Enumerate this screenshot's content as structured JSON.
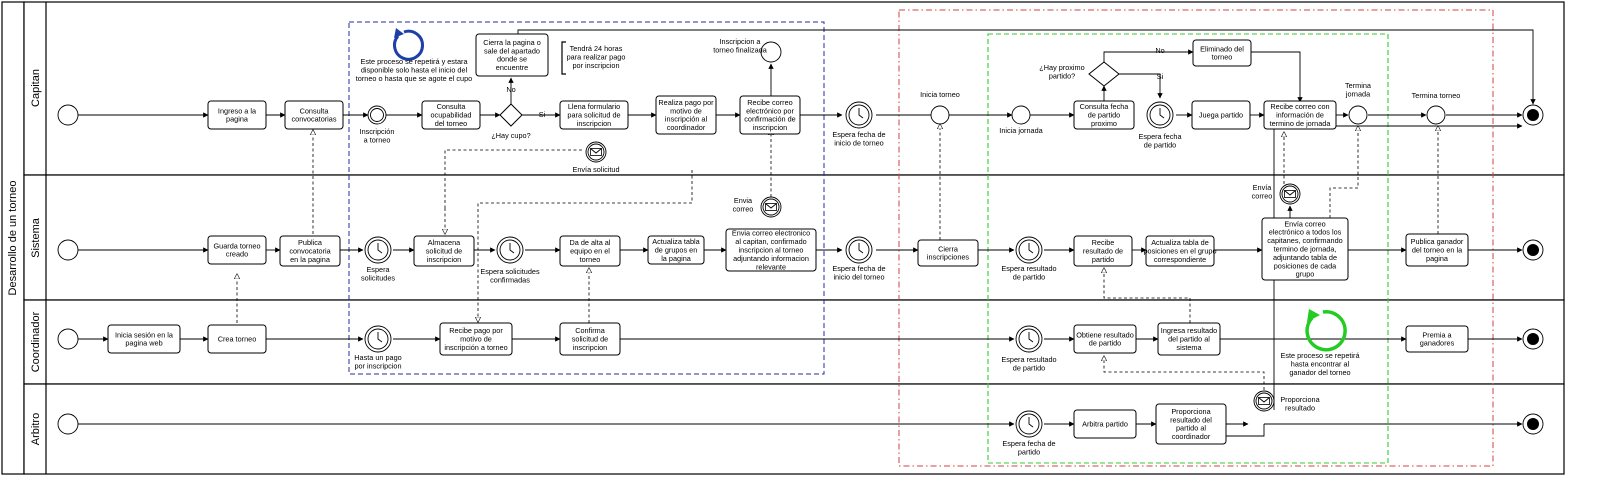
{
  "pool": {
    "title": "Desarrollo de un torneo"
  },
  "lanes": {
    "capitan": "Capitan",
    "sistema": "Sistema",
    "coordinador": "Coordinador",
    "arbitro": "Arbitro"
  },
  "tasks": {
    "ingreso": [
      "Ingreso a la",
      "pagina"
    ],
    "consulta_conv": [
      "Consulta",
      "convocatorias"
    ],
    "consulta_ocup": [
      "Consulta",
      "ocupabilidad",
      "del torneo"
    ],
    "cierra_pagina": [
      "Cierra la pagina o",
      "sale del apartado",
      "donde se",
      "encuentre"
    ],
    "llena_form": [
      "Llena formulario",
      "para solicitud de",
      "inscripcion"
    ],
    "realiza_pago": [
      "Realiza pago por",
      "motivo de",
      "inscripción al",
      "coordinador"
    ],
    "recibe_correo_conf": [
      "Recibe correo",
      "electrónico por",
      "confirmación de",
      "inscripcion"
    ],
    "consulta_fecha": [
      "Consulta fecha",
      "de partido",
      "proximo"
    ],
    "eliminado": [
      "Eliminado del",
      "torneo"
    ],
    "juega": [
      "Juega partido"
    ],
    "recibe_correo_jornada": [
      "Recibe correo con",
      "información de",
      "termino de jornada"
    ],
    "guarda_torneo": [
      "Guarda torneo",
      "creado"
    ],
    "publica_conv": [
      "Publica",
      "convocatoria",
      "en la pagina"
    ],
    "almacena": [
      "Almacena",
      "solicitud de",
      "inscripcion"
    ],
    "da_alta": [
      "Da de alta al",
      "equipo en el",
      "torneo"
    ],
    "actualiza_tabla_grupos": [
      "Actualiza tabla",
      "de grupos en",
      "la pagina"
    ],
    "envia_correo_cap": [
      "Envia correo electronico",
      "al capitan, confirmado",
      "inscripcion al torneo",
      "adjuntando informacion",
      "relevante"
    ],
    "cierra_insc": [
      "Cierra",
      "inscripciones"
    ],
    "recibe_resultado": [
      "Recibe",
      "resultado de",
      "partido"
    ],
    "actualiza_posiciones": [
      "Actualiza tabla de",
      "posiciones en el grupo",
      "correspondiente"
    ],
    "envia_correo_todos": [
      "Envía correo",
      "electrónico a todos los",
      "capitanes, confirmando",
      "termino de jornada,",
      "adjuntando tabla de",
      "posiciones de cada",
      "grupo"
    ],
    "publica_ganador": [
      "Publica ganador",
      "del torneo en la",
      "pagina"
    ],
    "inicia_sesion": [
      "Inicia sesión en la",
      "pagina web"
    ],
    "crea_torneo": [
      "Crea torneo"
    ],
    "recibe_pago": [
      "Recibe pago por",
      "motivo de",
      "inscripción a torneo"
    ],
    "confirma": [
      "Confirma",
      "solicitud de",
      "inscripcion"
    ],
    "obtiene": [
      "Obtiene resultado",
      "de partido"
    ],
    "ingresa": [
      "Ingresa resultado",
      "del partido al",
      "sistema"
    ],
    "premia": [
      "Premia a",
      "ganadores"
    ],
    "arbitra": [
      "Arbitra partido"
    ],
    "proporciona_coord": [
      "Proporciona",
      "resultado del",
      "partido al",
      "coordinador"
    ]
  },
  "labels": {
    "loop_note_blue": [
      "Este proceso se repetirá y estara",
      "disponible solo hasta el inicio del",
      "torneo o hasta que se agote el cupo"
    ],
    "inscripcion_torneo": [
      "Inscripción",
      "a torneo"
    ],
    "hay_cupo": "¿Hay cupo?",
    "no": "No",
    "si": "Si",
    "tendra_24": [
      "Tendrá 24 horas",
      "para realizar pago",
      "por inscripcion"
    ],
    "envia_solicitud": "Envía solicitud",
    "inscripcion_finalizada": [
      "Inscripcion a",
      "torneo finalizada"
    ],
    "espera_fecha_inicio_cap": [
      "Espera fecha de",
      "inicio de torneo"
    ],
    "inicia_torneo": "Inicia torneo",
    "inicia_jornada": "Inicia jornada",
    "hay_proximo": [
      "¿Hay proximo",
      "partido?"
    ],
    "no2": "No",
    "si2": "Si",
    "espera_fecha_partido_cap": [
      "Espera fecha",
      "de partido"
    ],
    "termina_jornada": [
      "Termina",
      "jornada"
    ],
    "termina_torneo": "Termina torneo",
    "espera_solicitudes": [
      "Espera",
      "solicitudes"
    ],
    "espera_confirmadas": [
      "Espera solicitudes",
      "confirmadas"
    ],
    "envia_correo_sys": [
      "Envia",
      "correo"
    ],
    "espera_fecha_inicio_sys": [
      "Espera fecha de",
      "inicio del torneo"
    ],
    "espera_resultado_sys": [
      "Espera resultado",
      "de partido"
    ],
    "envia_correo_sys2": [
      "Envía",
      "correo"
    ],
    "hasta_un_pago": [
      "Hasta un pago",
      "por inscripcion"
    ],
    "espera_resultado_coord": [
      "Espera resultado",
      "de partido"
    ],
    "loop_note_green": [
      "Este proceso se repetirá",
      "hasta encontrar al",
      "ganador del torneo"
    ],
    "espera_fecha_arb": [
      "Espera fecha de",
      "partido"
    ],
    "proporciona_resultado": [
      "Proporciona",
      "resultado"
    ]
  },
  "colors": {
    "lane_border": "#000000",
    "group_blue": "#2a2aa0",
    "group_red": "#d04040",
    "group_green": "#33cc33",
    "loop_blue": "#1f3fa8",
    "loop_green": "#22cc22"
  }
}
